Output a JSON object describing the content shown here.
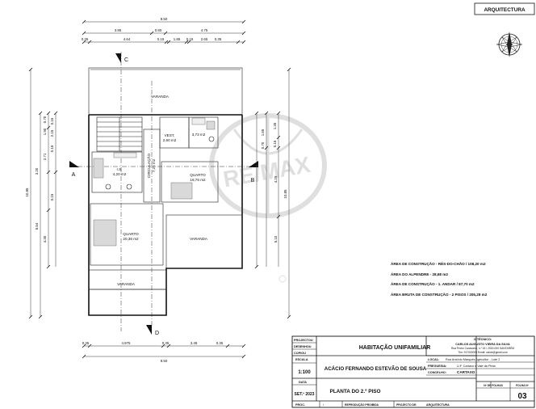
{
  "sheet": {
    "discipline": "ARQUITECTURA"
  },
  "dims_top": {
    "total": "9.50",
    "row2": [
      "3.95",
      "0.80",
      "4.75"
    ],
    "row3": [
      "0.35",
      "4.64",
      "0.15",
      "1.85",
      "0.15",
      "2.65",
      "0.35"
    ]
  },
  "dims_bottom": {
    "row1": [
      "0.35",
      "4.975",
      "0.35",
      "3.49",
      "0.35"
    ],
    "total": "9.50"
  },
  "dims_left_outer": [
    "3.20",
    "5.54",
    "10.85"
  ],
  "dims_left_inner": [
    "0.70",
    "1.90",
    "2.71",
    "4.30"
  ],
  "dims_left_small": [
    "0.15",
    "2.15",
    "0.15",
    "0.15"
  ],
  "dims_right_outer": [
    "1.65",
    "4.29",
    "5.10",
    "10.85"
  ],
  "dims_right_inner": [
    "1.35",
    "0.15",
    "0.70"
  ],
  "sections": {
    "top": "C",
    "bottom": "D",
    "left": "A",
    "right": "B"
  },
  "rooms": {
    "varanda_top": "VARANDA",
    "vest": "VEST.",
    "vest_area": "2,60 m2",
    "wc_area": "3,73 m2",
    "wc2_label": "I.S.",
    "wc2_area": "4,20 m2",
    "hall": "CIRCULAÇÃO",
    "hall_area": "7,25 m2",
    "quarto1": "QUARTO",
    "quarto1_area": "16,76 m2",
    "quarto2": "QUARTO",
    "quarto2_area": "20,36 m2",
    "varanda_right": "VARANDA",
    "varanda_bottom": "VARANDA"
  },
  "areas": [
    "ÁREA DE CONSTRUÇÃO - RÉS-DO-CHÃO / 108,20 m2",
    "ÁREA DO ALPENDRE - 28,68 m2",
    "ÁREA DE CONSTRUÇÃO - 1. ANDAR / 87,70 m2",
    "ÁREA BRUTA DE CONSTRUÇÃO - 2 PISOS / 205,28 m2"
  ],
  "watermark": "RE/MAX",
  "title_block": {
    "l_projectou": "PROJECTOU",
    "l_desenhou": "DESENHOU",
    "l_copiou": "COPIOU",
    "l_escala": "ESCALA",
    "escala": "1:100",
    "l_data": "DATA",
    "data": "SET.º 2023",
    "obra": "HABITAÇÃO UNIFAMILIAR",
    "cliente": "ACÁCIO FERNANDO ESTEVÃO DE SOUSA",
    "desenho": "PLANTA DO 2.º PISO",
    "tecnico_t": "O TÉCNICO:",
    "tecnico_n": "CARLOS AUGUSTO VIEIRA DA SILVA",
    "tecnico_a1": "Rua Pedro Canavarro, n.º 15 / 2000-000 SANTARÉM",
    "tecnico_a2": "Tlm: 917000000          Email: csilva@gmail.com",
    "l_local": "LOCAL:",
    "local": "Rua António Marqués Agricultor - Lote 2",
    "l_freguesia": "FREGUESIA:",
    "freguesia": "U.F. Cartaxo e Vale da Pinta",
    "l_concelho": "CONCELHO:",
    "concelho": "CARTAXO",
    "l_nfolhas": "Nº DE FOLHAS",
    "l_folha": "FOLHA Nº",
    "folha": "03",
    "l_proc": "PROC.",
    "proc_val": "/",
    "repro": "REPRODUÇÃO PROIBIDA",
    "l_proj_de": "PROJECTO DE:",
    "proj_de": "ARQUITECTURA"
  }
}
